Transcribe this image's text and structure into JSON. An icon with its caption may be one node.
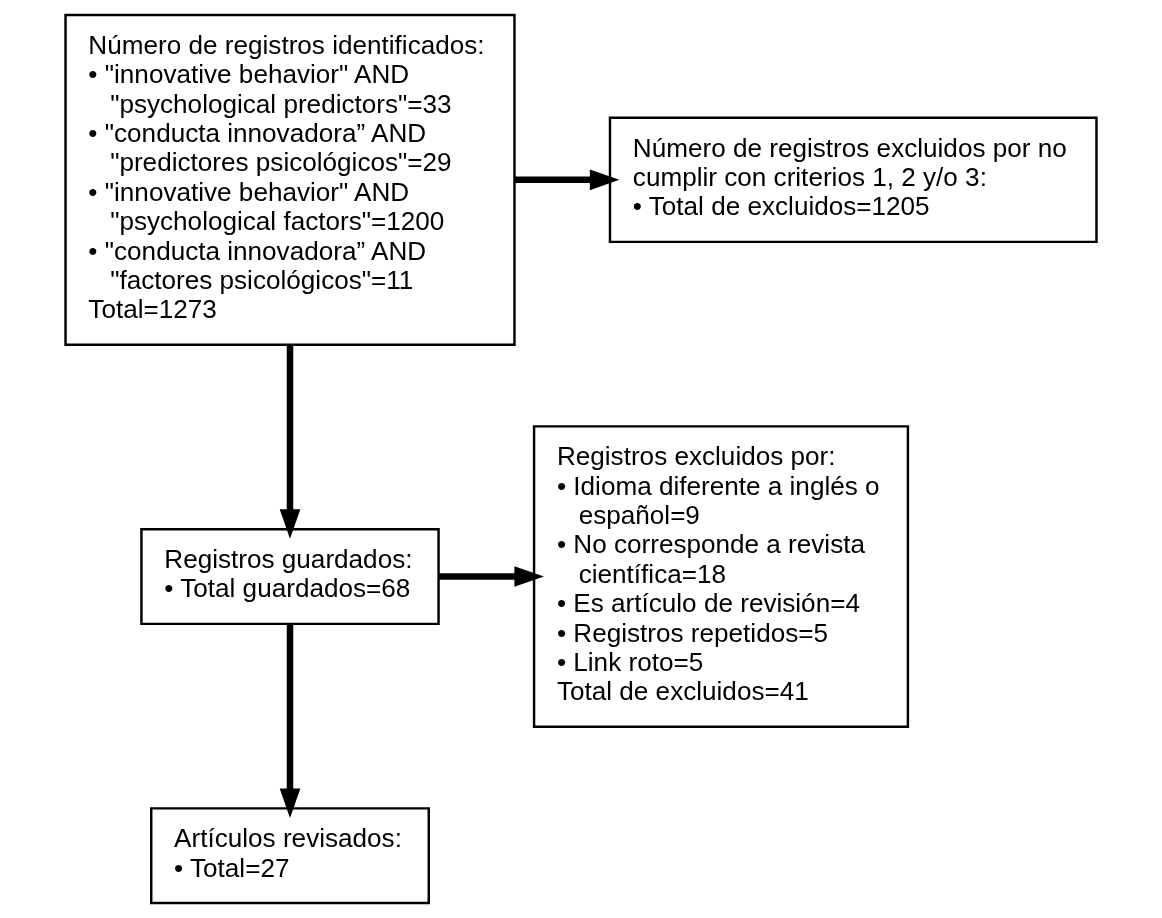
{
  "diagram": {
    "nodes": [
      {
        "text": [
          "Número de registros identificados:",
          "• \"innovative behavior\" AND \"psychological predictors\"=33",
          "• \"conducta innovadora” AND \"predictores psicológicos\"=29",
          "• \"innovative behavior\" AND \"psychological factors\"=1200",
          "• \"conducta innovadora” AND \"factores psicológicos\"=11",
          "Total=1273"
        ]
      },
      {
        "text": [
          "Número de registros excluidos por no cumplir con criterios 1, 2 y/o 3:",
          "• Total de excluidos=1205"
        ]
      },
      {
        "text": [
          "Registros guardados:",
          "• Total guardados=68"
        ]
      },
      {
        "text": [
          "Registros excluidos por:",
          "• Idioma diferente a inglés o español=9",
          "• No corresponde a revista científica=18",
          "• Es artículo de revisión=4",
          "• Registros repetidos=5",
          "• Link roto=5",
          "Total de excluidos=41"
        ]
      },
      {
        "text": [
          "Artículos revisados:",
          "• Total=27"
        ]
      }
    ],
    "edges": [
      {
        "from": 0,
        "to": 1,
        "arrow": "to"
      },
      {
        "from": 0,
        "to": 2,
        "arrow": "to"
      },
      {
        "from": 2,
        "to": 3,
        "arrow": "to"
      },
      {
        "from": 2,
        "to": 4,
        "arrow": "to"
      }
    ]
  }
}
